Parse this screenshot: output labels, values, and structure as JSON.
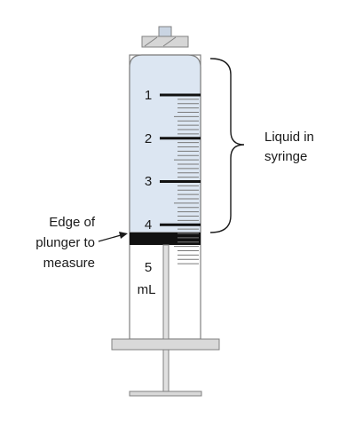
{
  "scale": {
    "numbers": [
      "1",
      "2",
      "3",
      "4",
      "5"
    ],
    "unit": "mL"
  },
  "liquid_reading_ml": 4.2,
  "labels": {
    "liquid_line1": "Liquid in",
    "liquid_line2": "syringe",
    "plunger_line1": "Edge of",
    "plunger_line2": "plunger to",
    "plunger_line3": "measure"
  },
  "colors": {
    "liquid": "#dce6f2",
    "outline": "#808080",
    "plunger": "#111111",
    "ink": "#1a1a1a"
  }
}
